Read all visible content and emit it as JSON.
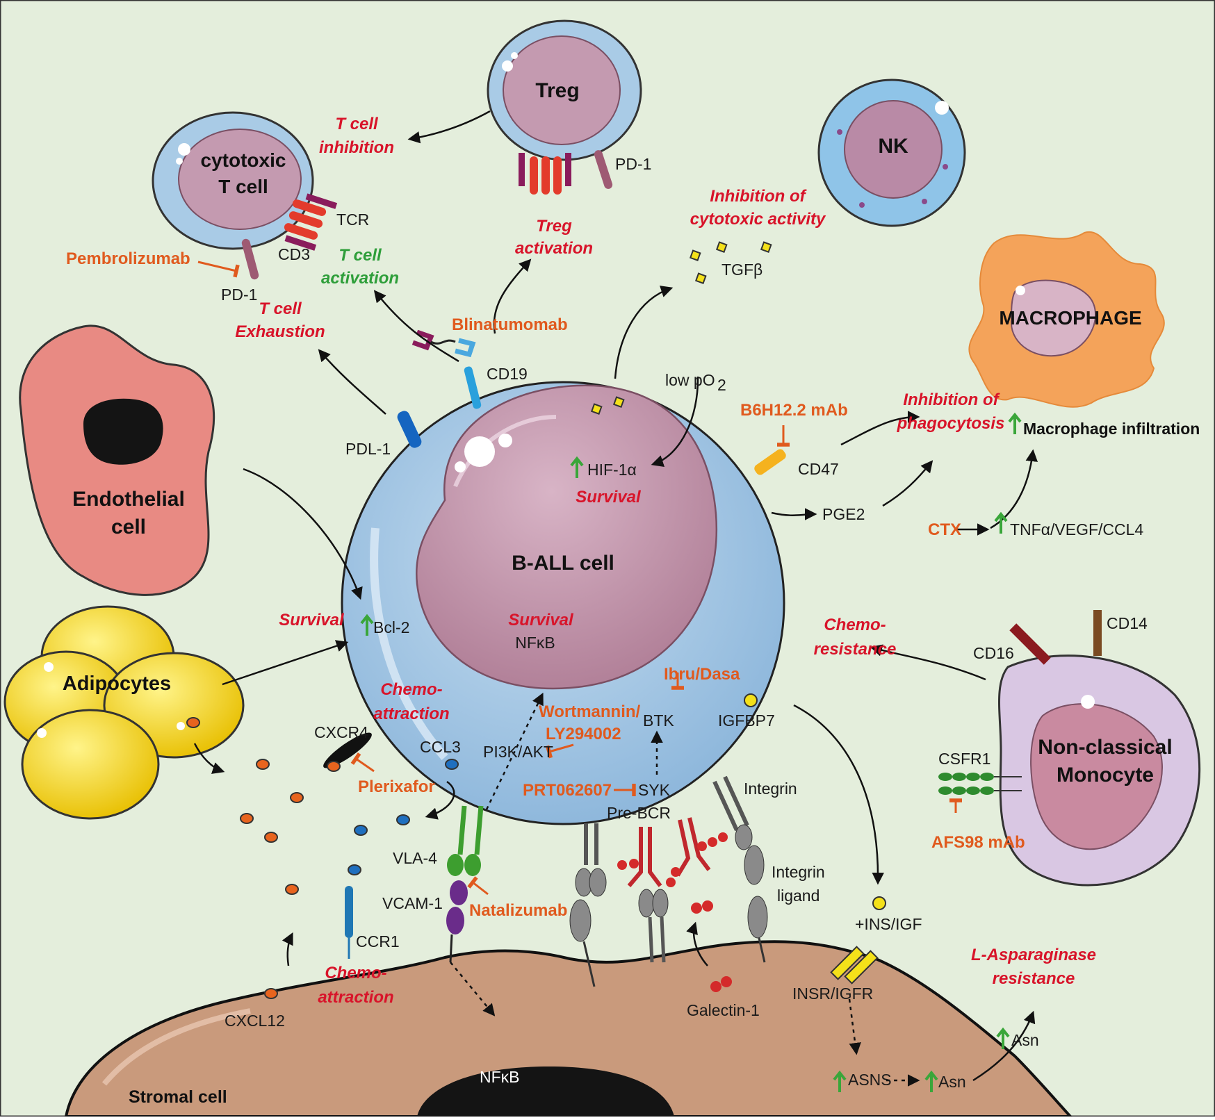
{
  "cells": {
    "ball": "B-ALL cell",
    "cytotoxic_line1": "cytotoxic",
    "cytotoxic_line2": "T cell",
    "treg": "Treg",
    "nk": "NK",
    "macrophage": "MACROPHAGE",
    "endothelial_line1": "Endothelial",
    "endothelial_line2": "cell",
    "adipocytes": "Adipocytes",
    "monocyte_line1": "Non-classical",
    "monocyte_line2": "Monocyte",
    "stromal": "Stromal cell"
  },
  "molecules": {
    "tcr": "TCR",
    "cd3": "CD3",
    "pd1_t": "PD-1",
    "pd1_treg": "PD-1",
    "tgfb": "TGFβ",
    "cd19": "CD19",
    "pdl1": "PDL-1",
    "low_po2": "low pO",
    "low_po2_sub": "2",
    "hif": "HIF-1α",
    "cd47": "CD47",
    "pge2": "PGE2",
    "tnf": "TNFα/VEGF/CCL4",
    "bcl2": "Bcl-2",
    "nfkb_ball": "NFκB",
    "cxcr4": "CXCR4",
    "ccl3": "CCL3",
    "pi3k": "PI3K/AKT",
    "btk": "BTK",
    "igfbp7": "IGFBP7",
    "syk": "SYK",
    "prebcr": "Pre-BCR",
    "integrin": "Integrin",
    "integrin_ligand_1": "Integrin",
    "integrin_ligand_2": "ligand",
    "vla4": "VLA-4",
    "vcam1": "VCAM-1",
    "ccr1": "CCR1",
    "cxcl12": "CXCL12",
    "galectin": "Galectin-1",
    "ins_igf": "+INS/IGF",
    "insr": "INSR/IGFR",
    "asns": "ASNS",
    "asn1": "Asn",
    "asn2": "Asn",
    "nfkb_stromal": "NFκB",
    "cd16": "CD16",
    "cd14": "CD14",
    "csfr1": "CSFR1",
    "macrophage_infiltration": "Macrophage infiltration"
  },
  "drugs": {
    "pembrolizumab": "Pembrolizumab",
    "blinatumomab": "Blinatumomab",
    "b6h12": "B6H12.2 mAb",
    "ctx": "CTX",
    "plerixafor": "Plerixafor",
    "wortmannin_1": "Wortmannin/",
    "wortmannin_2": "LY294002",
    "ibru": "Ibru/Dasa",
    "prt": "PRT062607",
    "natalizumab": "Natalizumab",
    "afs98": "AFS98 mAb"
  },
  "effects": {
    "t_inhibition_1": "T cell",
    "t_inhibition_2": "inhibition",
    "t_activation_1": "T cell",
    "t_activation_2": "activation",
    "t_exhaustion_1": "T cell",
    "t_exhaustion_2": "Exhaustion",
    "treg_activation_1": "Treg",
    "treg_activation_2": "activation",
    "inh_cytotoxic_1": "Inhibition of",
    "inh_cytotoxic_2": "cytotoxic activity",
    "survival_hif": "Survival",
    "inh_phago_1": "Inhibition of",
    "inh_phago_2": "phagocytosis",
    "survival_bcl2": "Survival",
    "survival_nfkb": "Survival",
    "chemo_res_1": "Chemo-",
    "chemo_res_2": "resistance",
    "chemo_attr_1_a": "Chemo-",
    "chemo_attr_1_b": "attraction",
    "chemo_attr_2_a": "Chemo-",
    "chemo_attr_2_b": "attraction",
    "lasp_1": "L-Asparaginase",
    "lasp_2": "resistance"
  },
  "colors": {
    "background": "#e4eedc",
    "drug": "#e05a1e",
    "effect": "#d8142a",
    "effect_green": "#2e9e3a",
    "cell_blue": "#a9cbe6",
    "nucleus": "#c49ab0",
    "stromal": "#c99a7c",
    "endothelial": "#e88a83",
    "adipocyte": "#f4dd18",
    "macrophage": "#f4a35a",
    "monocyte": "#d9c7e3"
  }
}
